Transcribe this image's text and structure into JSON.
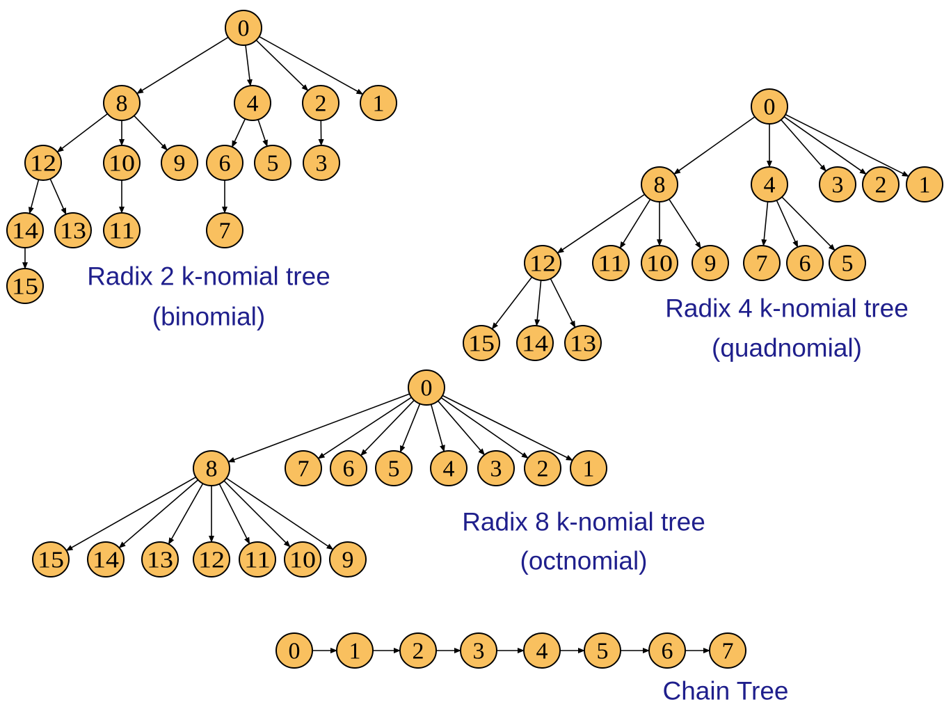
{
  "colors": {
    "node_fill": "#f9c05f",
    "node_stroke": "#000000",
    "caption": "#1f1f8c",
    "edge": "#000000"
  },
  "trees": [
    {
      "id": "radix2",
      "caption_lines": [
        "Radix 2 k-nomial tree",
        "(binomial)"
      ],
      "nodes": [
        "0",
        "8",
        "4",
        "2",
        "1",
        "12",
        "10",
        "9",
        "6",
        "5",
        "3",
        "14",
        "13",
        "11",
        "7",
        "15"
      ],
      "edges": [
        [
          "0",
          "8"
        ],
        [
          "0",
          "4"
        ],
        [
          "0",
          "2"
        ],
        [
          "0",
          "1"
        ],
        [
          "8",
          "12"
        ],
        [
          "8",
          "10"
        ],
        [
          "8",
          "9"
        ],
        [
          "4",
          "6"
        ],
        [
          "4",
          "5"
        ],
        [
          "2",
          "3"
        ],
        [
          "12",
          "14"
        ],
        [
          "12",
          "13"
        ],
        [
          "10",
          "11"
        ],
        [
          "6",
          "7"
        ],
        [
          "14",
          "15"
        ]
      ]
    },
    {
      "id": "radix4",
      "caption_lines": [
        "Radix 4 k-nomial tree",
        "(quadnomial)"
      ],
      "nodes": [
        "0",
        "8",
        "4",
        "3",
        "2",
        "1",
        "12",
        "11",
        "10",
        "9",
        "7",
        "6",
        "5",
        "15",
        "14",
        "13"
      ],
      "edges": [
        [
          "0",
          "8"
        ],
        [
          "0",
          "4"
        ],
        [
          "0",
          "3"
        ],
        [
          "0",
          "2"
        ],
        [
          "0",
          "1"
        ],
        [
          "8",
          "12"
        ],
        [
          "8",
          "11"
        ],
        [
          "8",
          "10"
        ],
        [
          "8",
          "9"
        ],
        [
          "4",
          "7"
        ],
        [
          "4",
          "6"
        ],
        [
          "4",
          "5"
        ],
        [
          "12",
          "15"
        ],
        [
          "12",
          "14"
        ],
        [
          "12",
          "13"
        ]
      ]
    },
    {
      "id": "radix8",
      "caption_lines": [
        "Radix 8 k-nomial tree",
        "(octnomial)"
      ],
      "nodes": [
        "0",
        "8",
        "7",
        "6",
        "5",
        "4",
        "3",
        "2",
        "1",
        "15",
        "14",
        "13",
        "12",
        "11",
        "10",
        "9"
      ],
      "edges": [
        [
          "0",
          "8"
        ],
        [
          "0",
          "7"
        ],
        [
          "0",
          "6"
        ],
        [
          "0",
          "5"
        ],
        [
          "0",
          "4"
        ],
        [
          "0",
          "3"
        ],
        [
          "0",
          "2"
        ],
        [
          "0",
          "1"
        ],
        [
          "8",
          "15"
        ],
        [
          "8",
          "14"
        ],
        [
          "8",
          "13"
        ],
        [
          "8",
          "12"
        ],
        [
          "8",
          "11"
        ],
        [
          "8",
          "10"
        ],
        [
          "8",
          "9"
        ]
      ]
    },
    {
      "id": "chain",
      "caption_lines": [
        "Chain Tree"
      ],
      "nodes": [
        "0",
        "1",
        "2",
        "3",
        "4",
        "5",
        "6",
        "7"
      ],
      "edges": [
        [
          "0",
          "1"
        ],
        [
          "1",
          "2"
        ],
        [
          "2",
          "3"
        ],
        [
          "3",
          "4"
        ],
        [
          "4",
          "5"
        ],
        [
          "5",
          "6"
        ],
        [
          "6",
          "7"
        ]
      ]
    }
  ]
}
